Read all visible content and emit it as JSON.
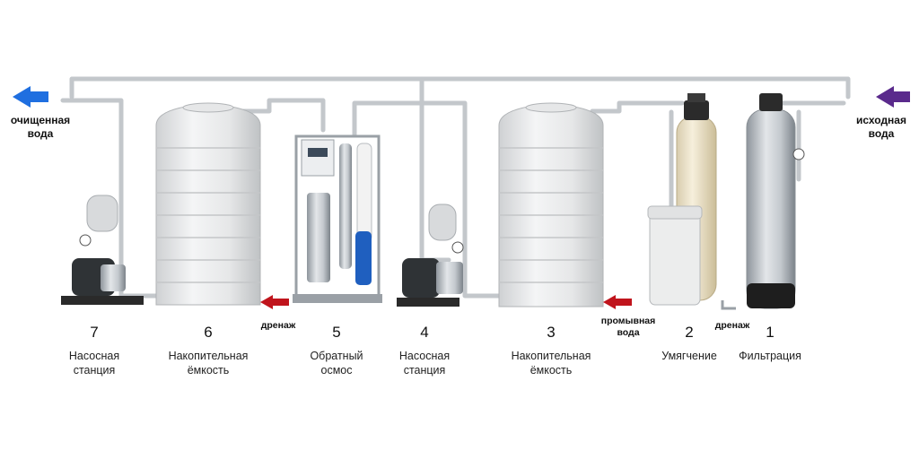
{
  "io": {
    "outlet_label": "очищенная вода",
    "inlet_label": "исходная вода"
  },
  "drains": {
    "ro_drain": "дренаж",
    "softener_drain": "дренаж",
    "rinse_water": "промывная вода"
  },
  "stages": [
    {
      "number": "1",
      "label": "Фильтрация"
    },
    {
      "number": "2",
      "label": "Умягчение"
    },
    {
      "number": "3",
      "label": "Накопительная ёмкость"
    },
    {
      "number": "4",
      "label": "Насосная станция"
    },
    {
      "number": "5",
      "label": "Обратный осмос"
    },
    {
      "number": "6",
      "label": "Накопительная ёмкость"
    },
    {
      "number": "7",
      "label": "Насосная станция"
    }
  ],
  "colors": {
    "outlet_arrow": "#1f6fe0",
    "inlet_arrow": "#5a2a8c",
    "drain_arrow": "#c0141c",
    "pipe": "#c9ccd0",
    "tank": "#e9eaeb",
    "steel": "#b8bec5",
    "ro_filter": "#1f5fbf",
    "softener": "#efe6cf"
  }
}
